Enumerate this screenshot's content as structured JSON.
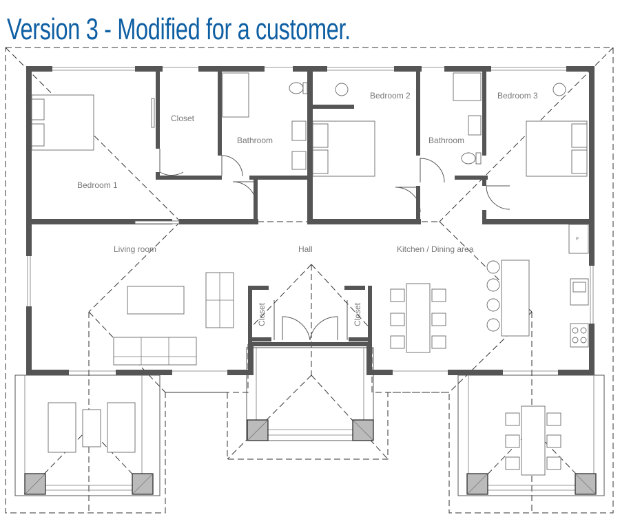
{
  "title": "Version 3 - Modified for a customer.",
  "rooms": {
    "bedroom1": "Bedroom 1",
    "closet_top": "Closet",
    "bathroom1": "Bathroom",
    "bedroom2": "Bedroom 2",
    "bathroom2": "Bathroom",
    "bedroom3": "Bedroom 3",
    "living": "Living room",
    "hall": "Hall",
    "kitchen": "Kitchen / Dining area",
    "closet_left": "Closet",
    "closet_right": "Closet",
    "fridge": "F"
  },
  "colors": {
    "title": "#0f5fa3",
    "wall": "#555555",
    "post": "#bbbbbb"
  }
}
